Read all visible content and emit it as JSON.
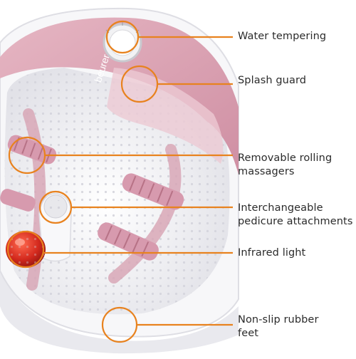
{
  "product": {
    "brand_text": "beurer"
  },
  "callouts": [
    {
      "id": "water-tempering",
      "lines": [
        "Water tempering"
      ]
    },
    {
      "id": "splash-guard",
      "lines": [
        "Splash guard"
      ]
    },
    {
      "id": "rolling-massagers",
      "lines": [
        "Removable rolling",
        "massagers"
      ]
    },
    {
      "id": "pedicure-attachments",
      "lines": [
        "Interchangeable",
        "pedicure attachments"
      ]
    },
    {
      "id": "infrared-light",
      "lines": [
        "Infrared light"
      ]
    },
    {
      "id": "rubber-feet",
      "lines": [
        "Non-slip rubber",
        "feet"
      ]
    }
  ],
  "colors": {
    "accent_orange": "#e8821e",
    "lid_pink": "#d9a0b0",
    "lid_pink_dark": "#c98a9c",
    "basin_white": "#f4f4f6",
    "roller_pink": "#d79aae",
    "infrared_red": "#d42a1e"
  }
}
